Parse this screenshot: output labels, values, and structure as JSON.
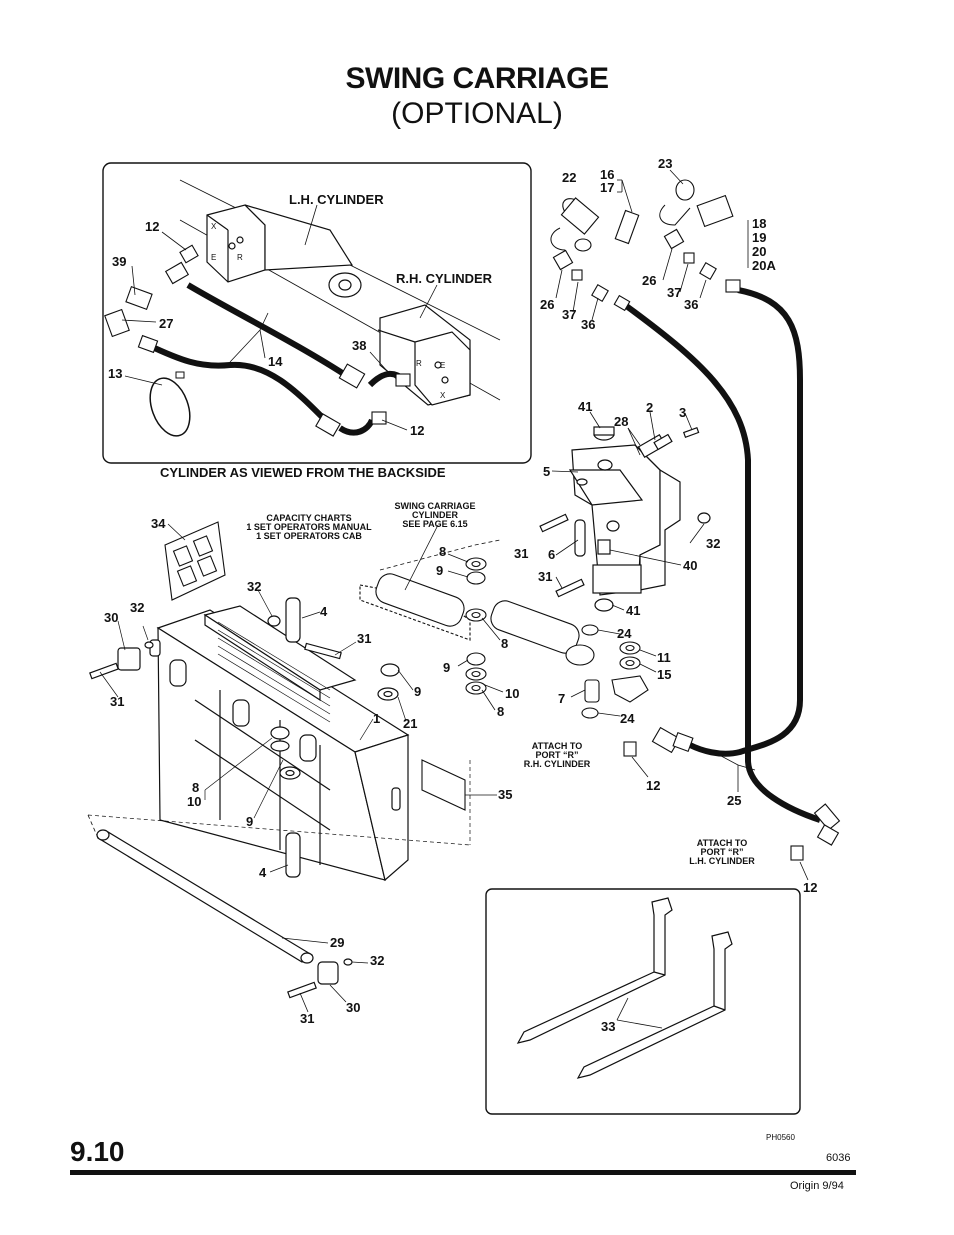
{
  "title": "SWING CARRIAGE",
  "subtitle": "(OPTIONAL)",
  "inset": {
    "caption": "CYLINDER AS VIEWED FROM THE BACKSIDE",
    "lh_cylinder": "L.H. CYLINDER",
    "rh_cylinder": "R.H. CYLINDER",
    "port_letters": {
      "x": "X",
      "e": "E",
      "r": "R"
    }
  },
  "notes": {
    "capacity": [
      "CAPACITY CHARTS",
      "1 SET OPERATORS MANUAL",
      "1 SET OPERATORS CAB"
    ],
    "swing_cylinder": [
      "SWING CARRIAGE",
      "CYLINDER",
      "SEE PAGE 6.15"
    ],
    "attach_rh": [
      "ATTACH TO",
      "PORT “R”",
      "R.H. CYLINDER"
    ],
    "attach_lh": [
      "ATTACH TO",
      "PORT “R”",
      "L.H. CYLINDER"
    ]
  },
  "callouts": {
    "c1": "1",
    "c2": "2",
    "c3": "3",
    "c4": "4",
    "c5": "5",
    "c6": "6",
    "c7": "7",
    "c8": "8",
    "c9": "9",
    "c10": "10",
    "c11": "11",
    "c12": "12",
    "c13": "13",
    "c14": "14",
    "c15": "15",
    "c16": "16",
    "c17": "17",
    "c18": "18",
    "c19": "19",
    "c20": "20",
    "c20a": "20A",
    "c21": "21",
    "c22": "22",
    "c23": "23",
    "c24": "24",
    "c25": "25",
    "c26": "26",
    "c27": "27",
    "c28": "28",
    "c29": "29",
    "c30": "30",
    "c31": "31",
    "c32": "32",
    "c33": "33",
    "c34": "34",
    "c35": "35",
    "c36": "36",
    "c37": "37",
    "c38": "38",
    "c39": "39",
    "c40": "40",
    "c41": "41"
  },
  "footer": {
    "page_number": "9.10",
    "figure_code": "PH0560",
    "doc_number": "6036",
    "origin": "Origin 9/94"
  }
}
